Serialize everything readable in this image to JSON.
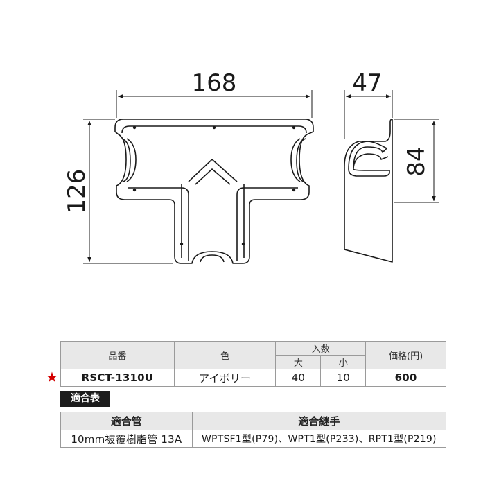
{
  "drawing": {
    "dim_width": "168",
    "dim_height": "126",
    "dim_depth": "47",
    "dim_side_height": "84"
  },
  "product_table": {
    "headers": {
      "part_no": "品番",
      "color": "色",
      "quantity": "入数",
      "large": "大",
      "small": "小",
      "price": "価格(円)"
    },
    "row": {
      "part_no": "RSCT-1310U",
      "color": "アイボリー",
      "large": "40",
      "small": "10",
      "price": "600"
    },
    "star": "★",
    "star_color": "#d40000"
  },
  "compat": {
    "label": "適合表",
    "headers": {
      "pipe": "適合管",
      "fitting": "適合継手"
    },
    "row": {
      "pipe": "10mm被覆樹脂管 13A",
      "fitting": "WPTSF1型(P79)、WPT1型(P233)、RPT1型(P219)"
    }
  }
}
